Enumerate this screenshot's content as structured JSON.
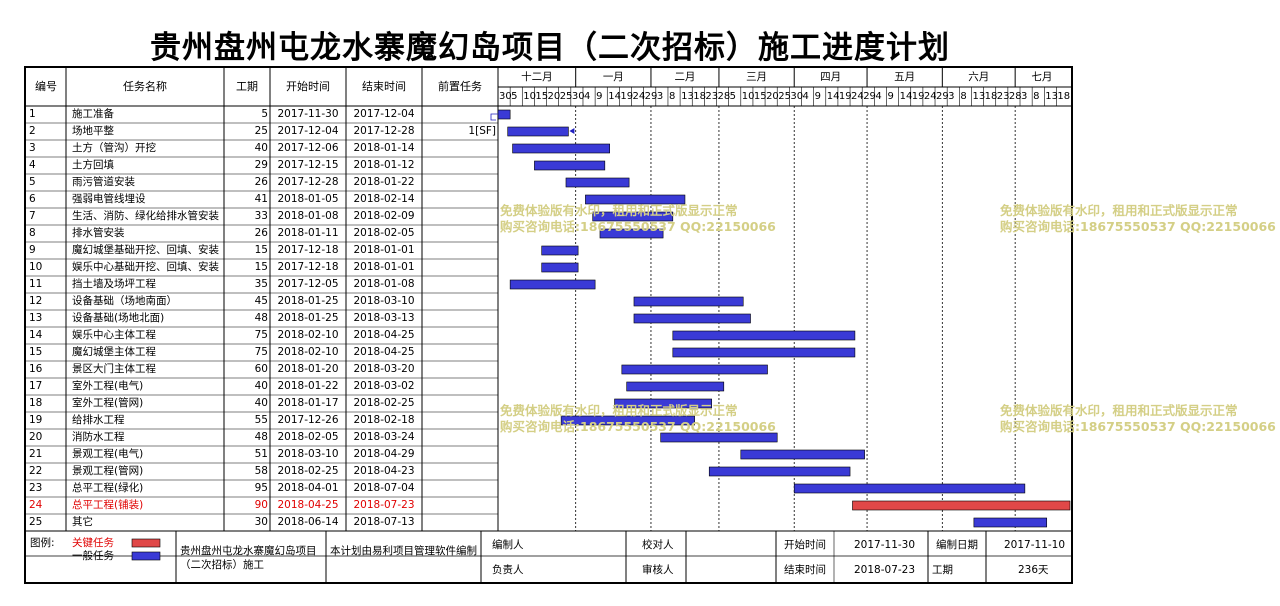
{
  "title": "贵州盘州屯龙水寨魔幻岛项目（二次招标）施工进度计划",
  "columns": {
    "id": "编号",
    "name": "任务名称",
    "duration": "工期",
    "start": "开始时间",
    "end": "结束时间",
    "pred": "前置任务"
  },
  "months": [
    "十二月",
    "一月",
    "二月",
    "三月",
    "四月",
    "五月",
    "六月",
    "七月"
  ],
  "day_ticks": [
    "30",
    "5",
    "10",
    "15",
    "20",
    "25",
    "30",
    "4",
    "9",
    "14",
    "19",
    "24",
    "29",
    "3",
    "8",
    "13",
    "18",
    "23",
    "28",
    "5",
    "10",
    "15",
    "20",
    "25",
    "30",
    "4",
    "9",
    "14",
    "19",
    "24",
    "29",
    "4",
    "9",
    "14",
    "19",
    "24",
    "29",
    "3",
    "8",
    "13",
    "18",
    "23",
    "28",
    "3",
    "8",
    "13",
    "18"
  ],
  "tasks": [
    {
      "id": "1",
      "name": "施工准备",
      "duration": "5",
      "start": "2017-11-30",
      "end": "2017-12-04",
      "pred": "",
      "critical": false
    },
    {
      "id": "2",
      "name": "场地平整",
      "duration": "25",
      "start": "2017-12-04",
      "end": "2017-12-28",
      "pred": "1[SF]",
      "critical": false
    },
    {
      "id": "3",
      "name": "土方（管沟）开挖",
      "duration": "40",
      "start": "2017-12-06",
      "end": "2018-01-14",
      "pred": "",
      "critical": false
    },
    {
      "id": "4",
      "name": "土方回填",
      "duration": "29",
      "start": "2017-12-15",
      "end": "2018-01-12",
      "pred": "",
      "critical": false
    },
    {
      "id": "5",
      "name": "雨污管道安装",
      "duration": "26",
      "start": "2017-12-28",
      "end": "2018-01-22",
      "pred": "",
      "critical": false
    },
    {
      "id": "6",
      "name": "强弱电管线埋设",
      "duration": "41",
      "start": "2018-01-05",
      "end": "2018-02-14",
      "pred": "",
      "critical": false
    },
    {
      "id": "7",
      "name": "生活、消防、绿化给排水管安装",
      "duration": "33",
      "start": "2018-01-08",
      "end": "2018-02-09",
      "pred": "",
      "critical": false
    },
    {
      "id": "8",
      "name": "排水管安装",
      "duration": "26",
      "start": "2018-01-11",
      "end": "2018-02-05",
      "pred": "",
      "critical": false
    },
    {
      "id": "9",
      "name": "魔幻城堡基础开挖、回填、安装",
      "duration": "15",
      "start": "2017-12-18",
      "end": "2018-01-01",
      "pred": "",
      "critical": false
    },
    {
      "id": "10",
      "name": "娱乐中心基础开挖、回填、安装",
      "duration": "15",
      "start": "2017-12-18",
      "end": "2018-01-01",
      "pred": "",
      "critical": false
    },
    {
      "id": "11",
      "name": "挡土墙及场坪工程",
      "duration": "35",
      "start": "2017-12-05",
      "end": "2018-01-08",
      "pred": "",
      "critical": false
    },
    {
      "id": "12",
      "name": "设备基础（场地南面）",
      "duration": "45",
      "start": "2018-01-25",
      "end": "2018-03-10",
      "pred": "",
      "critical": false
    },
    {
      "id": "13",
      "name": "设备基础(场地北面)",
      "duration": "48",
      "start": "2018-01-25",
      "end": "2018-03-13",
      "pred": "",
      "critical": false
    },
    {
      "id": "14",
      "name": "娱乐中心主体工程",
      "duration": "75",
      "start": "2018-02-10",
      "end": "2018-04-25",
      "pred": "",
      "critical": false
    },
    {
      "id": "15",
      "name": "魔幻城堡主体工程",
      "duration": "75",
      "start": "2018-02-10",
      "end": "2018-04-25",
      "pred": "",
      "critical": false
    },
    {
      "id": "16",
      "name": "景区大门主体工程",
      "duration": "60",
      "start": "2018-01-20",
      "end": "2018-03-20",
      "pred": "",
      "critical": false
    },
    {
      "id": "17",
      "name": "室外工程(电气)",
      "duration": "40",
      "start": "2018-01-22",
      "end": "2018-03-02",
      "pred": "",
      "critical": false
    },
    {
      "id": "18",
      "name": "室外工程(管网)",
      "duration": "40",
      "start": "2018-01-17",
      "end": "2018-02-25",
      "pred": "",
      "critical": false
    },
    {
      "id": "19",
      "name": "给排水工程",
      "duration": "55",
      "start": "2017-12-26",
      "end": "2018-02-18",
      "pred": "",
      "critical": false
    },
    {
      "id": "20",
      "name": "消防水工程",
      "duration": "48",
      "start": "2018-02-05",
      "end": "2018-03-24",
      "pred": "",
      "critical": false
    },
    {
      "id": "21",
      "name": "景观工程(电气)",
      "duration": "51",
      "start": "2018-03-10",
      "end": "2018-04-29",
      "pred": "",
      "critical": false
    },
    {
      "id": "22",
      "name": "景观工程(管网)",
      "duration": "58",
      "start": "2018-02-25",
      "end": "2018-04-23",
      "pred": "",
      "critical": false
    },
    {
      "id": "23",
      "name": "总平工程(绿化)",
      "duration": "95",
      "start": "2018-04-01",
      "end": "2018-07-04",
      "pred": "",
      "critical": false
    },
    {
      "id": "24",
      "name": "总平工程(铺装)",
      "duration": "90",
      "start": "2018-04-25",
      "end": "2018-07-23",
      "pred": "",
      "critical": true
    },
    {
      "id": "25",
      "name": "其它",
      "duration": "30",
      "start": "2018-06-14",
      "end": "2018-07-13",
      "pred": "",
      "critical": false
    }
  ],
  "legend": {
    "label": "图例:",
    "critical": "关键任务",
    "normal": "一般任务"
  },
  "footer": {
    "project": "贵州盘州屯龙水寨魔幻岛项目（二次招标）施工",
    "note": "本计划由易利项目管理软件编制",
    "prepared_by": "编制人",
    "checked_by": "校对人",
    "responsible": "负责人",
    "reviewed_by": "审核人",
    "start_label": "开始时间",
    "start_value": "2017-11-30",
    "end_label": "结束时间",
    "end_value": "2018-07-23",
    "made_date_label": "编制日期",
    "made_date_value": "2017-11-10",
    "duration_label": "工期",
    "duration_value": "236天"
  },
  "watermark": {
    "line1": "免费体验版有水印，租用和正式版显示正常",
    "line2": "购买咨询电话:18675550537 QQ:22150066"
  },
  "colors": {
    "normal_bar": "#3a3ad6",
    "critical_bar": "#e04848",
    "critical_text": "#e00000",
    "watermark": "#d4cf86"
  }
}
